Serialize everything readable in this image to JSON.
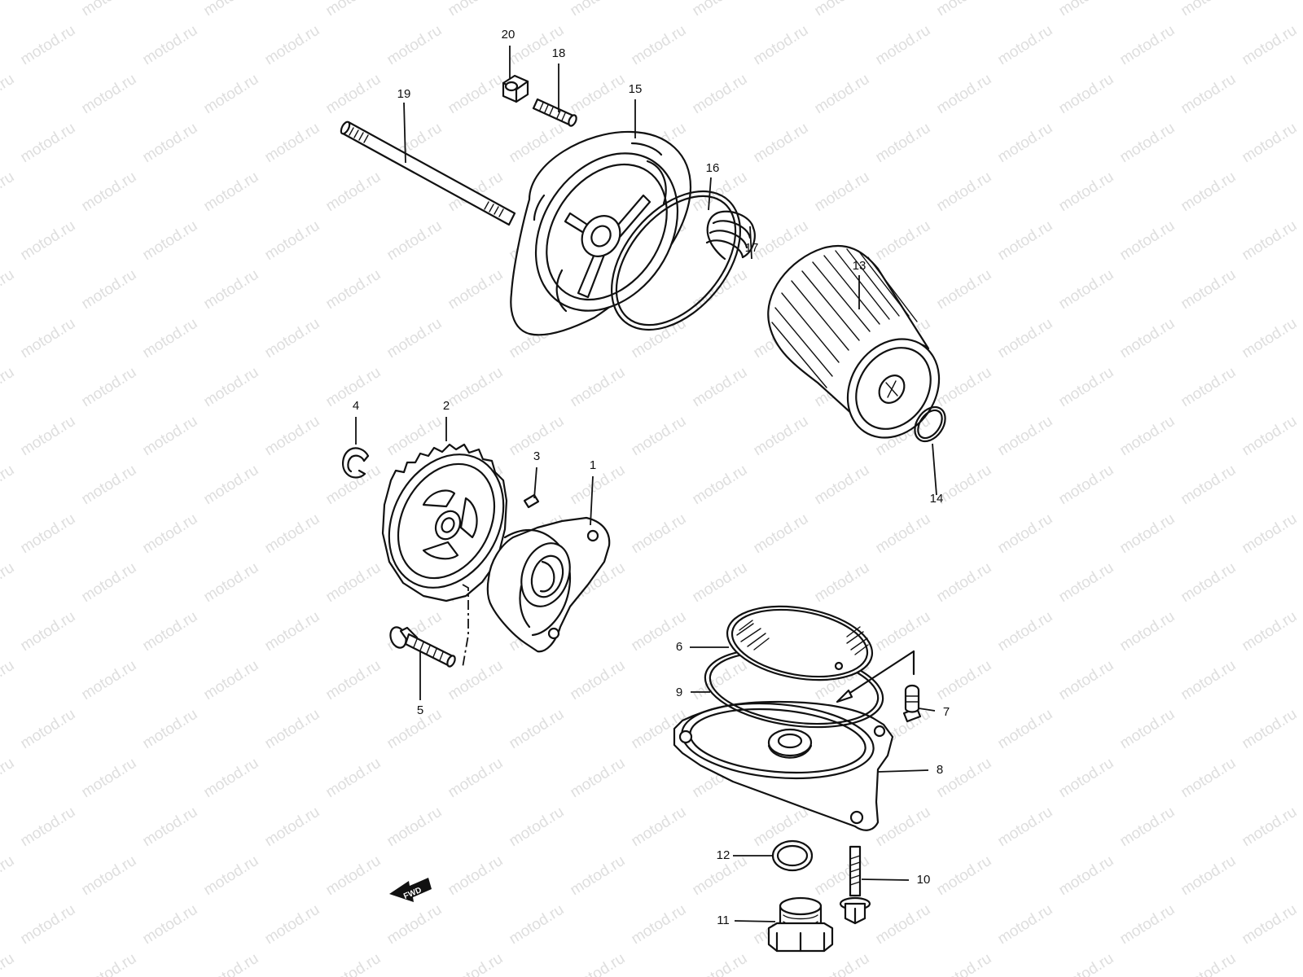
{
  "watermark": "motod.ru",
  "fwd_label": "FWD",
  "callouts": [
    {
      "id": "c1",
      "text": "1"
    },
    {
      "id": "c2",
      "text": "2"
    },
    {
      "id": "c3",
      "text": "3"
    },
    {
      "id": "c4",
      "text": "4"
    },
    {
      "id": "c5",
      "text": "5"
    },
    {
      "id": "c6",
      "text": "6"
    },
    {
      "id": "c7",
      "text": "7"
    },
    {
      "id": "c8",
      "text": "8"
    },
    {
      "id": "c9",
      "text": "9"
    },
    {
      "id": "c10",
      "text": "10"
    },
    {
      "id": "c11",
      "text": "11"
    },
    {
      "id": "c12",
      "text": "12"
    },
    {
      "id": "c13",
      "text": "13"
    },
    {
      "id": "c14",
      "text": "14"
    },
    {
      "id": "c15",
      "text": "15"
    },
    {
      "id": "c16",
      "text": "16"
    },
    {
      "id": "c17",
      "text": "17"
    },
    {
      "id": "c18",
      "text": "18"
    },
    {
      "id": "c19",
      "text": "19"
    },
    {
      "id": "c20",
      "text": "20"
    }
  ]
}
